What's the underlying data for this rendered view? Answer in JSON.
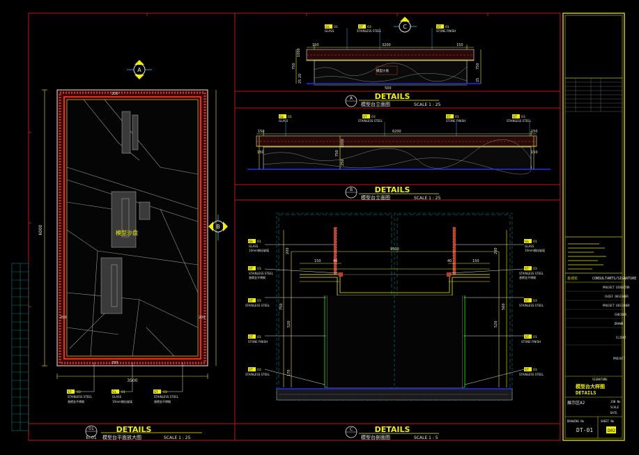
{
  "colors": {
    "background": "#000000",
    "frame": "#c81414",
    "dimension": "#f0f000",
    "wall": "#e6e6e6",
    "glass_hatch": "#c43a2a",
    "leader": "#1e96c8",
    "floor": "#2030ff",
    "green": "#00d200",
    "cyan": "#00c8c8",
    "teal": "#007878",
    "titleblock": "#c8c800"
  },
  "sections": {
    "a": {
      "title": "DETAILS",
      "subtitle": "模型台立面图",
      "scale": "SCALE 1 : 25",
      "tag": "A"
    },
    "b": {
      "title": "DETAILS",
      "subtitle": "模型台立面图",
      "scale": "SCALE 1 : 25",
      "tag": "B"
    },
    "c": {
      "title": "DETAILS",
      "subtitle": "模型台剖面图",
      "scale": "SCALE 1 : 5",
      "tag": "C"
    },
    "d": {
      "title": "DETAILS",
      "subtitle": "模型台平面放大图",
      "scale": "SCALE 1 : 25",
      "tag": "01",
      "ref": "EI-01"
    }
  },
  "plan": {
    "label": "模型沙盘",
    "width_dim": "3500",
    "height_dim": "6000",
    "side_dims": [
      "200",
      "200",
      "200",
      "200"
    ],
    "callouts": [
      {
        "code": "ST",
        "ref": "03",
        "name": "STAINLESS STEEL",
        "note": "香槟金不锈钢"
      },
      {
        "code": "GL",
        "ref": "01",
        "name": "GLASS",
        "note": "10mm钢化玻璃"
      },
      {
        "code": "ST",
        "ref": "03",
        "name": "STAINLESS STEEL",
        "note": "香槟金不锈钢"
      }
    ]
  },
  "elev_a": {
    "callouts": [
      {
        "code": "GL",
        "ref": "01",
        "name": "GLASS"
      },
      {
        "code": "ST",
        "ref": "03",
        "name": "STAINLESS STEEL"
      },
      {
        "code": "ST",
        "ref": "01",
        "name": "STONE FINISH"
      }
    ],
    "dims_top": [
      "150",
      "3200",
      "150"
    ],
    "dims_left": [
      "1000",
      "750",
      "20",
      "25"
    ],
    "dims_right": [
      "750",
      "25"
    ],
    "dim_bottom": "500",
    "center_note": "模型沙盘"
  },
  "elev_b": {
    "callouts": [
      {
        "code": "GL",
        "ref": "01",
        "name": "GLASS"
      },
      {
        "code": "ST",
        "ref": "03",
        "name": "STAINLESS STEEL"
      },
      {
        "code": "ST",
        "ref": "01",
        "name": "STONE FINISH"
      },
      {
        "code": "ST",
        "ref": "03",
        "name": "STAINLESS STEEL"
      }
    ],
    "dims_top": [
      "150",
      "6200",
      "150"
    ],
    "dims_left": [
      "1000",
      "750",
      "250"
    ],
    "dims_right": [
      "150"
    ]
  },
  "section_c": {
    "dims_top": [
      "9500",
      "150",
      "40",
      "40",
      "150"
    ],
    "dims_left": [
      "200",
      "750",
      "520",
      "170"
    ],
    "dims_right": [
      "200",
      "560",
      "520"
    ],
    "callouts_left": [
      {
        "code": "GL",
        "ref": "01",
        "name": "GLASS",
        "note": "10mm钢化玻璃"
      },
      {
        "code": "ST",
        "ref": "03",
        "name": "STAINLESS STEEL",
        "note": "香槟金不锈钢"
      },
      {
        "code": "ST",
        "ref": "03",
        "name": "STAINLESS STEEL"
      },
      {
        "code": "ST",
        "ref": "01",
        "name": "STONE FINISH"
      },
      {
        "code": "ST",
        "ref": "03",
        "name": "STAINLESS STEEL"
      }
    ],
    "callouts_right": [
      {
        "code": "GL",
        "ref": "01",
        "name": "GLASS",
        "note": "10mm钢化玻璃"
      },
      {
        "code": "ST",
        "ref": "03",
        "name": "STAINLESS STEEL",
        "note": "香槟金不锈钢"
      },
      {
        "code": "ST",
        "ref": "03",
        "name": "STAINLESS STEEL"
      },
      {
        "code": "ST",
        "ref": "01",
        "name": "STONE FINISH"
      },
      {
        "code": "ST",
        "ref": "03",
        "name": "STAINLESS STEEL"
      }
    ]
  },
  "titleblock": {
    "company": "金城杭",
    "signature": "CONSULTANTS/SIGNATURE",
    "rows": [
      "PROJECT DIRECTOR",
      "CHIEF DESIGNER",
      "PROJECT DESIGNER",
      "CHECKED",
      "DRAWN"
    ],
    "client": "CLIENT",
    "project": "PROJECT",
    "drawing_title": "模型台大样图",
    "drawing_title_en": "DETAILS",
    "drawing_name": "展示区A2",
    "job_no": "JOB No",
    "scale": "SCALE",
    "date": "DATE",
    "dwg_no_label": "DRAWING No",
    "sheet_no_label": "SHEET No",
    "dwg_no": "DT-01",
    "sheet_no": "D02",
    "signoff": "SIGNATURE"
  }
}
